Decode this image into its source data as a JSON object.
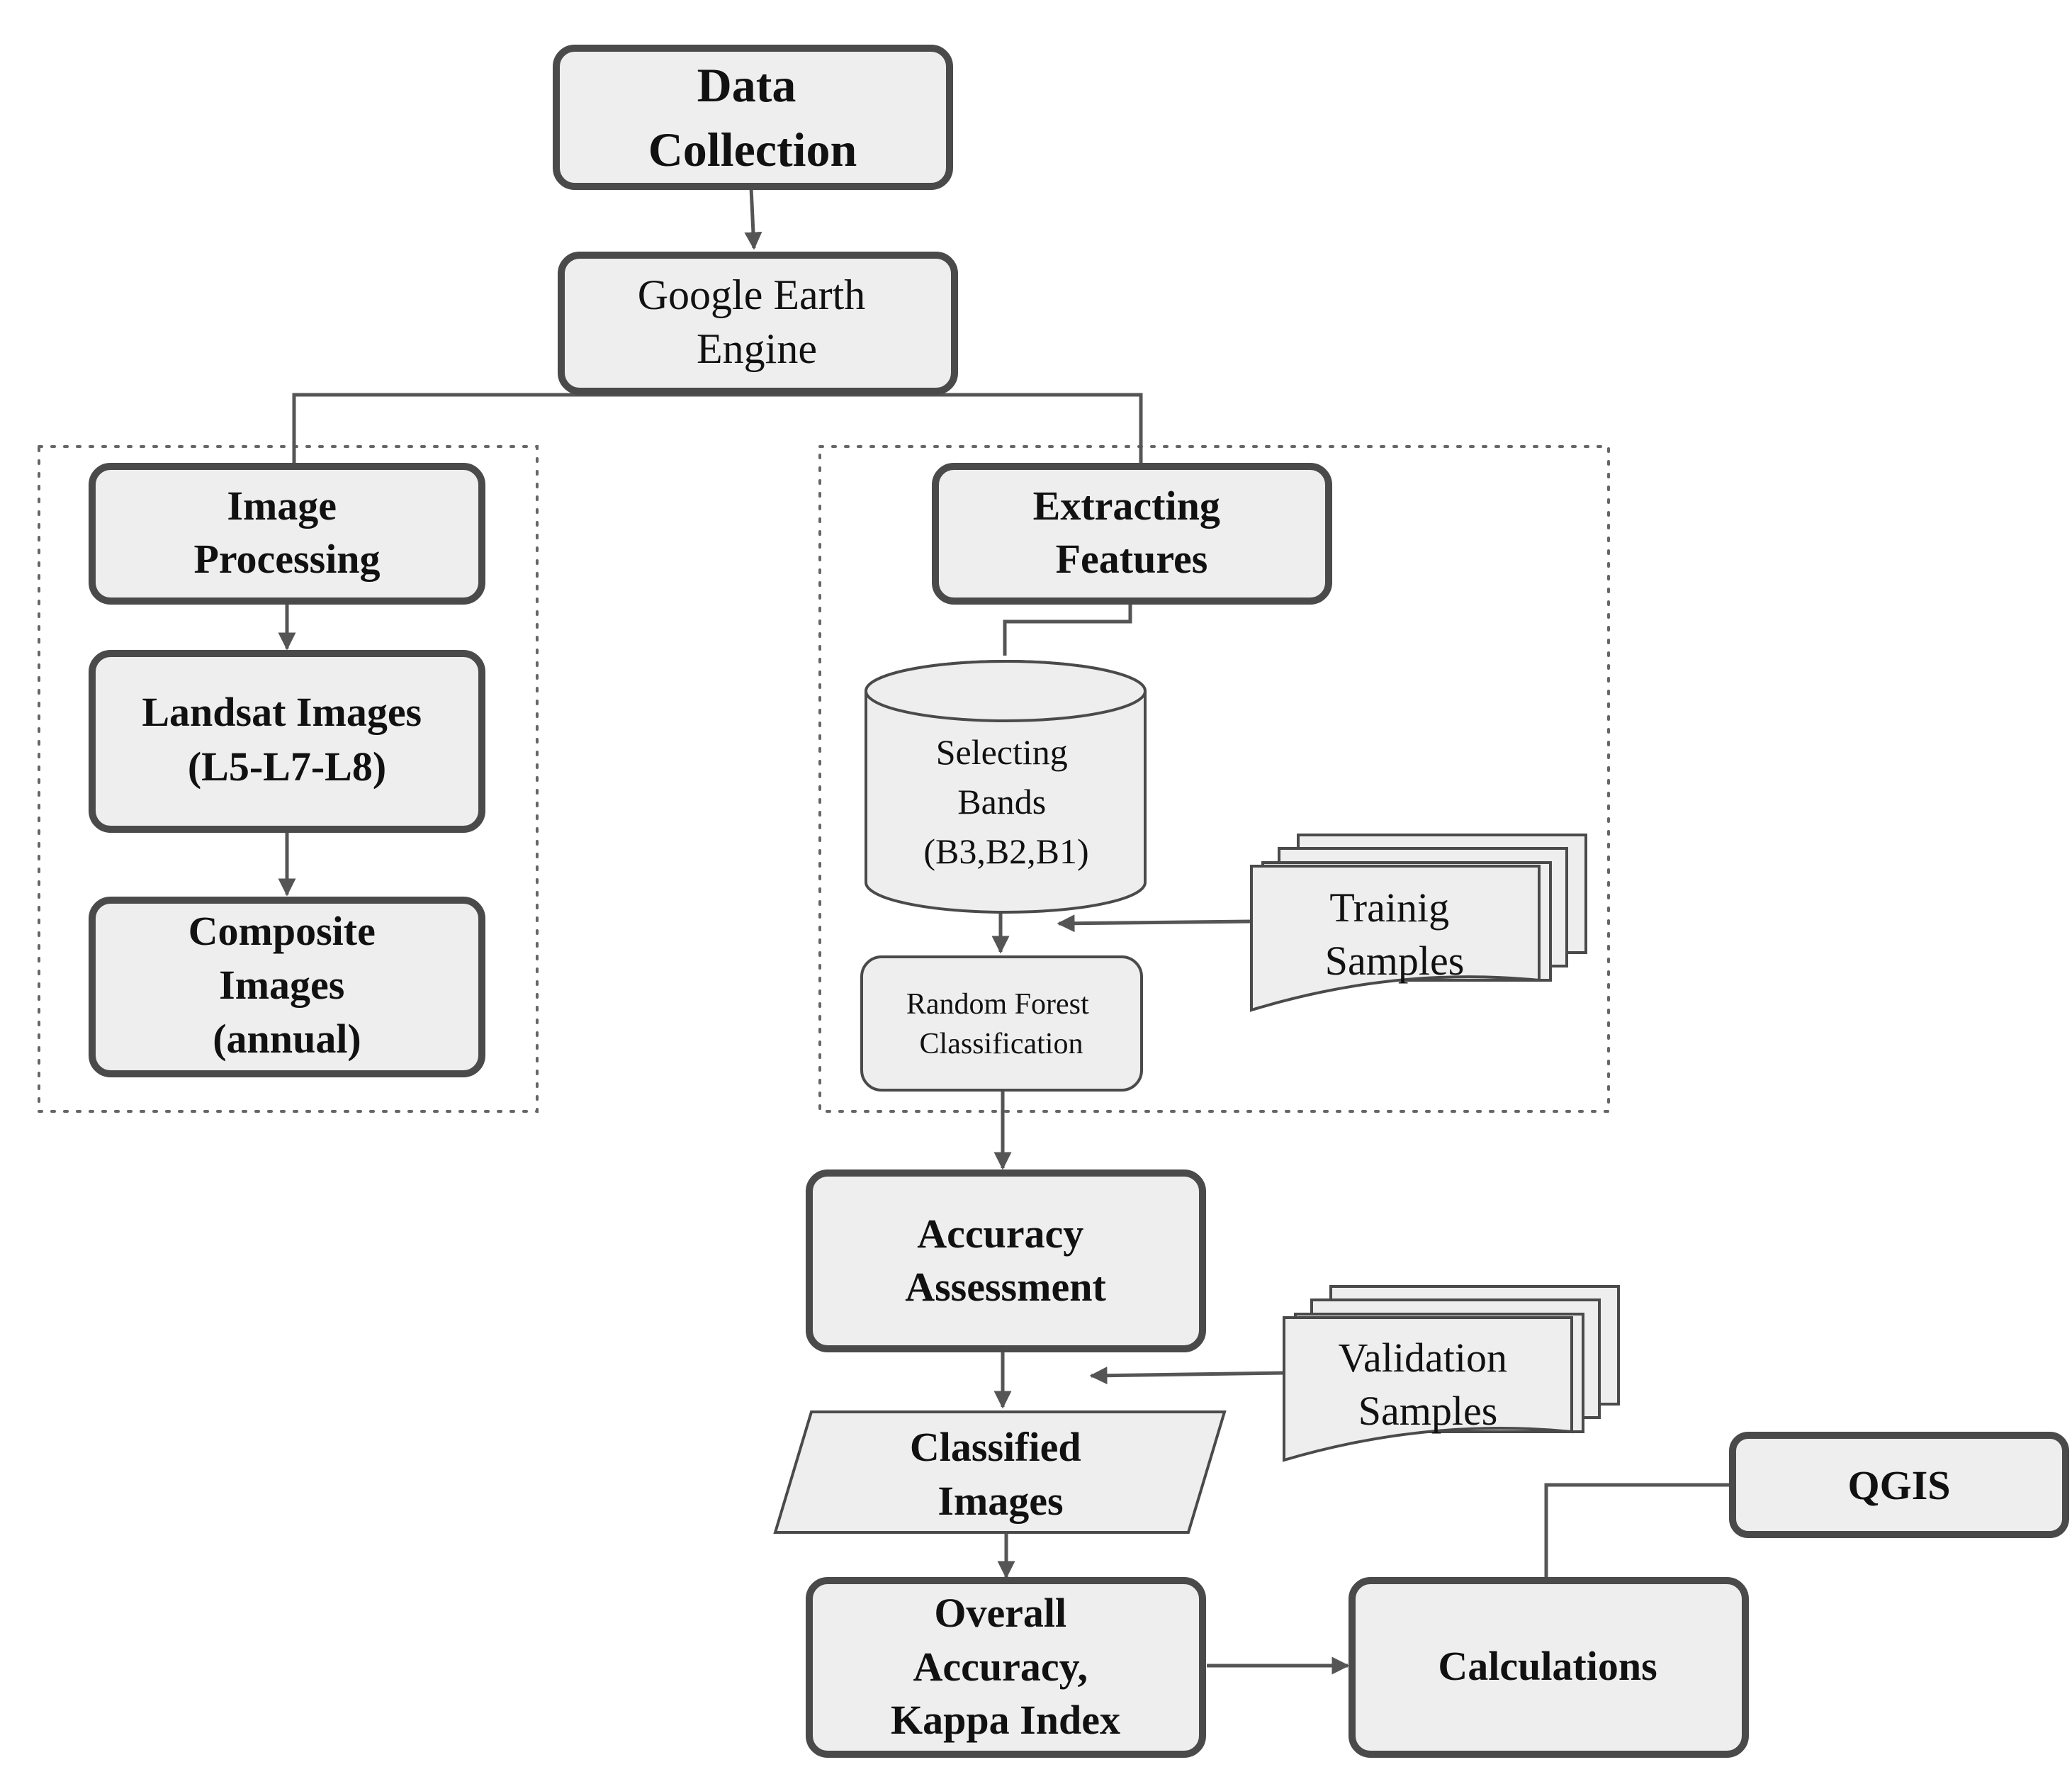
{
  "nodes": {
    "data_collection": [
      "Data",
      "Collection"
    ],
    "google_earth_engine": [
      "Google Earth",
      "Engine"
    ],
    "image_processing": [
      "Image",
      "Processing"
    ],
    "landsat_images": [
      "Landsat Images",
      "(L5-L7-L8)"
    ],
    "composite_images": [
      "Composite",
      "Images",
      "(annual)"
    ],
    "extracting_features": [
      "Extracting",
      "Features"
    ],
    "selecting_bands": [
      "Selecting",
      "Bands",
      "(B3,B2,B1)"
    ],
    "training_samples": [
      "Trainig",
      "Samples"
    ],
    "random_forest": [
      "Random Forest",
      "Classification"
    ],
    "accuracy_assessment": [
      "Accuracy",
      "Assessment"
    ],
    "validation_samples": [
      "Validation",
      "Samples"
    ],
    "classified_images": [
      "Classified",
      "Images"
    ],
    "overall_accuracy": [
      "Overall",
      "Accuracy,",
      "Kappa Index"
    ],
    "calculations": [
      "Calculations"
    ],
    "qgis": [
      "QGIS"
    ]
  },
  "colors": {
    "box_fill": "#eeeeee",
    "box_border": "#4a4a4a",
    "connector": "#555555",
    "group_border": "#666666"
  }
}
